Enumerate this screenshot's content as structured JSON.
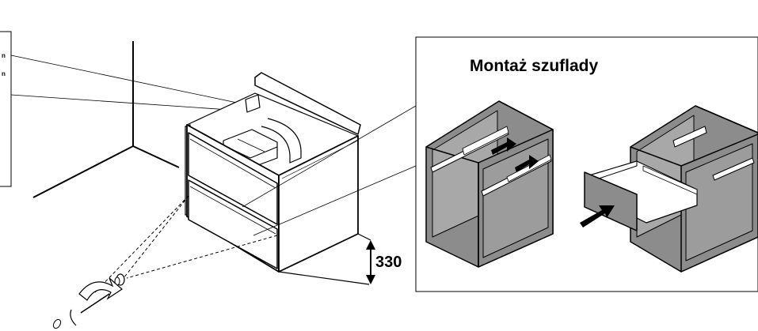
{
  "left_callout": {
    "line1_fragment": "n",
    "line2_fragment": "n"
  },
  "inset": {
    "title": "Montaż szuflady"
  },
  "dimension": {
    "height_label": "330"
  },
  "colors": {
    "cabinet_gray": "#8c8c8c",
    "line": "#000000",
    "background": "#ffffff"
  }
}
